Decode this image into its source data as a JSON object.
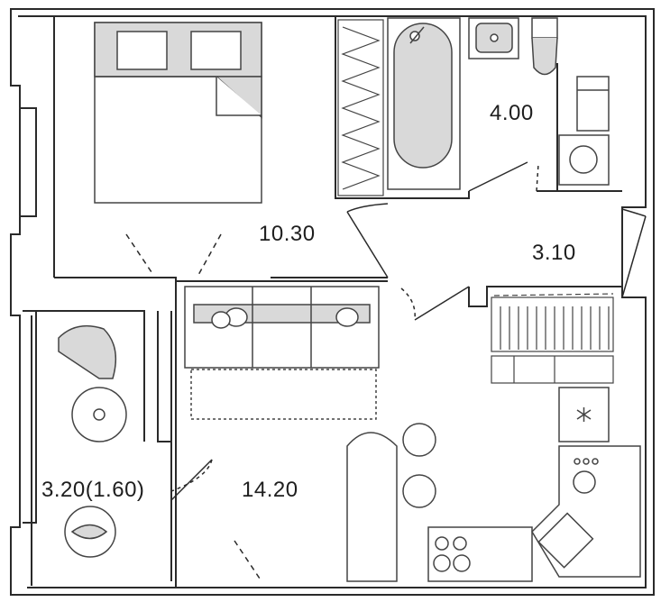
{
  "plan": {
    "rooms": [
      {
        "id": "bedroom",
        "area": "10.30"
      },
      {
        "id": "bathroom",
        "area": "4.00"
      },
      {
        "id": "hallway",
        "area": "3.10"
      },
      {
        "id": "living-kitchen",
        "area": "14.20"
      },
      {
        "id": "balcony",
        "area": "3.20(1.60)"
      }
    ]
  },
  "colors": {
    "wall": "#2a2a2a",
    "line": "#444444",
    "furniture_fill": "#d9d9d9",
    "background": "#ffffff"
  }
}
